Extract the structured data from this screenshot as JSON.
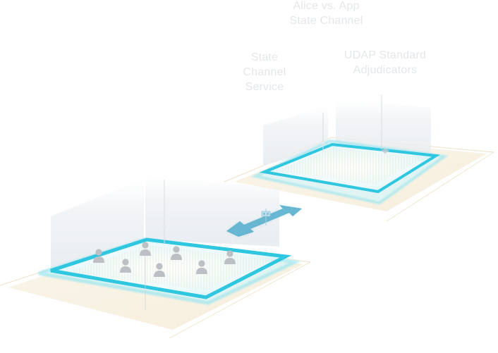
{
  "labels": {
    "alice_vs_app": [
      "Alice vs. App",
      "State Channel"
    ],
    "udap_adjudicators": [
      "UDAP Standard",
      "Adjudicators"
    ],
    "state_channel_service": [
      "State",
      "Channel",
      "Service"
    ]
  },
  "icons": {
    "transfer": "bidirectional-arrow-icon",
    "connector": "plug-icon",
    "participant": "user-icon"
  },
  "colors": {
    "platform_edge": "#2fc6df",
    "platform_glow": "#8fe7f2",
    "arrow": "#4ea8c9",
    "panel": "#eef1f4",
    "floor_gold": "#e8d9b5",
    "user_icon": "#bcbfc3",
    "label_text": "#e4e7ea"
  }
}
